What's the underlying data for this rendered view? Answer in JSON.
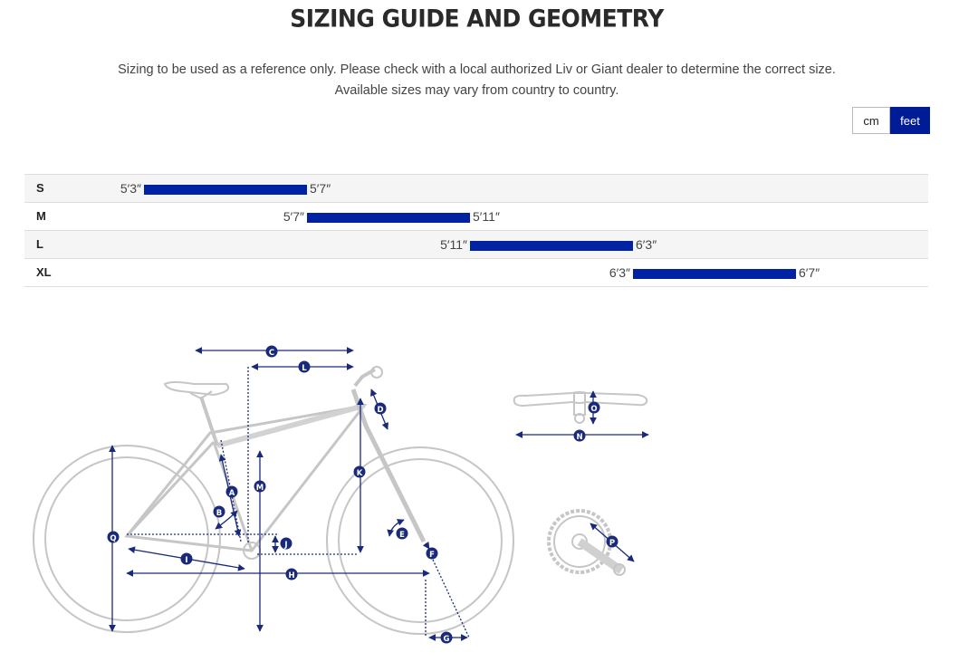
{
  "page": {
    "title": "SIZING GUIDE AND GEOMETRY",
    "intro_line1": "Sizing to be used as a reference only. Please check with a local authorized Liv or Giant dealer to determine the correct size.",
    "intro_line2": "Available sizes may vary from country to country."
  },
  "units": {
    "cm_label": "cm",
    "feet_label": "feet",
    "selected": "feet"
  },
  "sizes": [
    {
      "label": "S",
      "min": "5′3″",
      "max": "5′7″",
      "min_in": 63,
      "max_in": 67
    },
    {
      "label": "M",
      "min": "5′7″",
      "max": "5′11″",
      "min_in": 67,
      "max_in": 71
    },
    {
      "label": "L",
      "min": "5′11″",
      "max": "6′3″",
      "min_in": 71,
      "max_in": 75
    },
    {
      "label": "XL",
      "min": "6′3″",
      "max": "6′7″",
      "min_in": 75,
      "max_in": 79
    }
  ],
  "colors": {
    "accent": "#0022a3",
    "bike_outline": "#c9c9c9",
    "marker_fill": "#1a2a7a"
  },
  "geometry_markers": [
    "A",
    "B",
    "C",
    "D",
    "E",
    "F",
    "G",
    "H",
    "I",
    "J",
    "K",
    "L",
    "M",
    "N",
    "O",
    "P",
    "Q"
  ]
}
